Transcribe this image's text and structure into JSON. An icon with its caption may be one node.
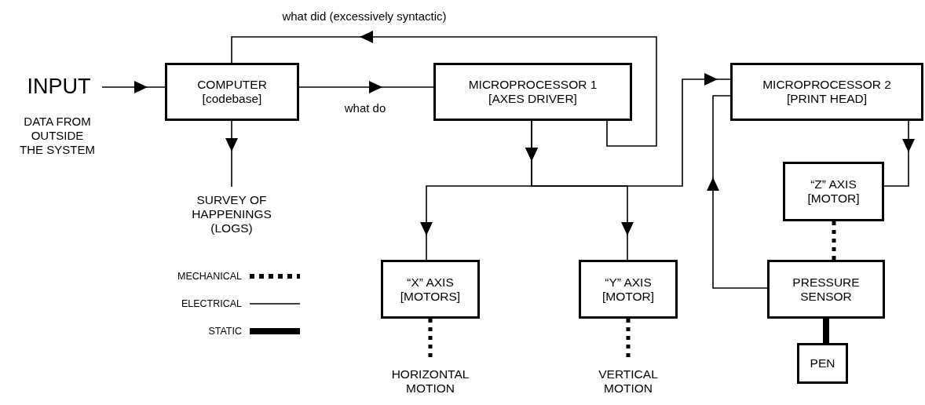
{
  "diagram": {
    "nodes": [
      {
        "text": [
          "INPUT"
        ],
        "beside": [
          "DATA FROM OUTSIDE THE SYSTEM"
        ]
      },
      {
        "text": [
          "COMPUTER [codebase]"
        ]
      },
      {
        "text": [
          "MICROPROCESSOR 1 [AXES DRIVER]"
        ]
      },
      {
        "text": [
          "MICROPROCESSOR 2 [PRINT HEAD]"
        ]
      },
      {
        "text": [
          "SURVEY OF HAPPENINGS (LOGS)"
        ]
      },
      {
        "text": [
          "“Z” AXIS [MOTOR]"
        ]
      },
      {
        "text": [
          "“X” AXIS [MOTORS]"
        ]
      },
      {
        "text": [
          "“Y” AXIS [MOTOR]"
        ]
      },
      {
        "text": [
          "PRESSURE SENSOR"
        ]
      },
      {
        "text": [
          "HORIZONTAL MOTION"
        ]
      },
      {
        "text": [
          "VERTICAL MOTION"
        ]
      },
      {
        "text": [
          "PEN"
        ]
      }
    ],
    "edges": [
      {
        "from": 0,
        "to": 1,
        "arrow": "to"
      },
      {
        "from": 1,
        "to": 2,
        "arrow": "to",
        "label": "what do"
      },
      {
        "from": 2,
        "to": 1,
        "arrow": "to",
        "label": "what did (excessively syntactic)"
      },
      {
        "from": 1,
        "to": 4,
        "arrow": "to"
      },
      {
        "from": 2,
        "to": 6,
        "arrow": "to"
      },
      {
        "from": 2,
        "to": 7,
        "arrow": "to"
      },
      {
        "from": 2,
        "to": 3,
        "arrow": "to"
      },
      {
        "from": 3,
        "to": 5,
        "arrow": "to"
      },
      {
        "from": 8,
        "to": 3,
        "arrow": "to"
      },
      {
        "from": 6,
        "to": 9,
        "arrow": "none",
        "style": "dashed"
      },
      {
        "from": 7,
        "to": 10,
        "arrow": "none",
        "style": "dashed"
      },
      {
        "from": 5,
        "to": 8,
        "arrow": "none",
        "style": "dashed"
      },
      {
        "from": 8,
        "to": 11,
        "arrow": "none",
        "style": "thick"
      }
    ],
    "legend": [
      {
        "text": "MECHANICAL"
      },
      {
        "text": "ELECTRICAL"
      },
      {
        "text": "STATIC"
      }
    ]
  }
}
